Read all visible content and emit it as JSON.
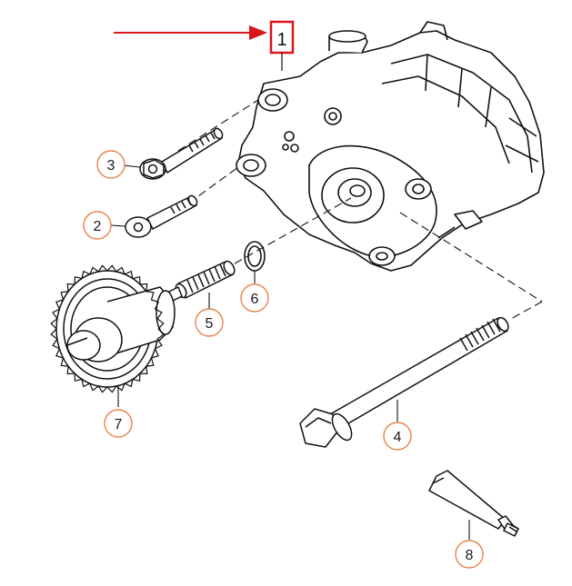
{
  "diagram": {
    "highlight_label": "1",
    "callouts": [
      {
        "id": "bolt-top",
        "label": "3"
      },
      {
        "id": "bolt-mid",
        "label": "2"
      },
      {
        "id": "shaft",
        "label": "5"
      },
      {
        "id": "oring",
        "label": "6"
      },
      {
        "id": "gear",
        "label": "7"
      },
      {
        "id": "long-bolt",
        "label": "4"
      },
      {
        "id": "tube",
        "label": "8"
      }
    ],
    "colors": {
      "line": "#111111",
      "arrow": "#d9141a",
      "highlight_box": "#d9141a",
      "callout_circle": "#e8834a"
    }
  }
}
